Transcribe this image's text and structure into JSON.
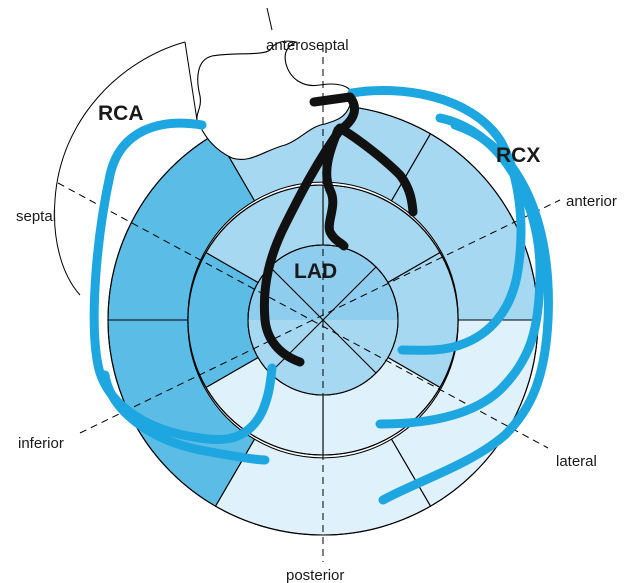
{
  "diagram": {
    "regions": {
      "anteroseptal": "anteroseptal",
      "anterior": "anterior",
      "septal": "septal",
      "inferior": "inferior",
      "lateral": "lateral",
      "posterior": "posterior"
    },
    "arteries": {
      "rca": "RCA",
      "rcx": "RCX",
      "lad": "LAD"
    },
    "colors": {
      "rca_territory": "#5bbde6",
      "lad_territory": "#a7d8f1",
      "lad_core": "#8fcdee",
      "rcx_territory_light": "#dff1fb",
      "rcx_territory_mid": "#b7e0f5",
      "vessel_blue": "#1ea6e0",
      "vessel_black": "#111111"
    }
  }
}
